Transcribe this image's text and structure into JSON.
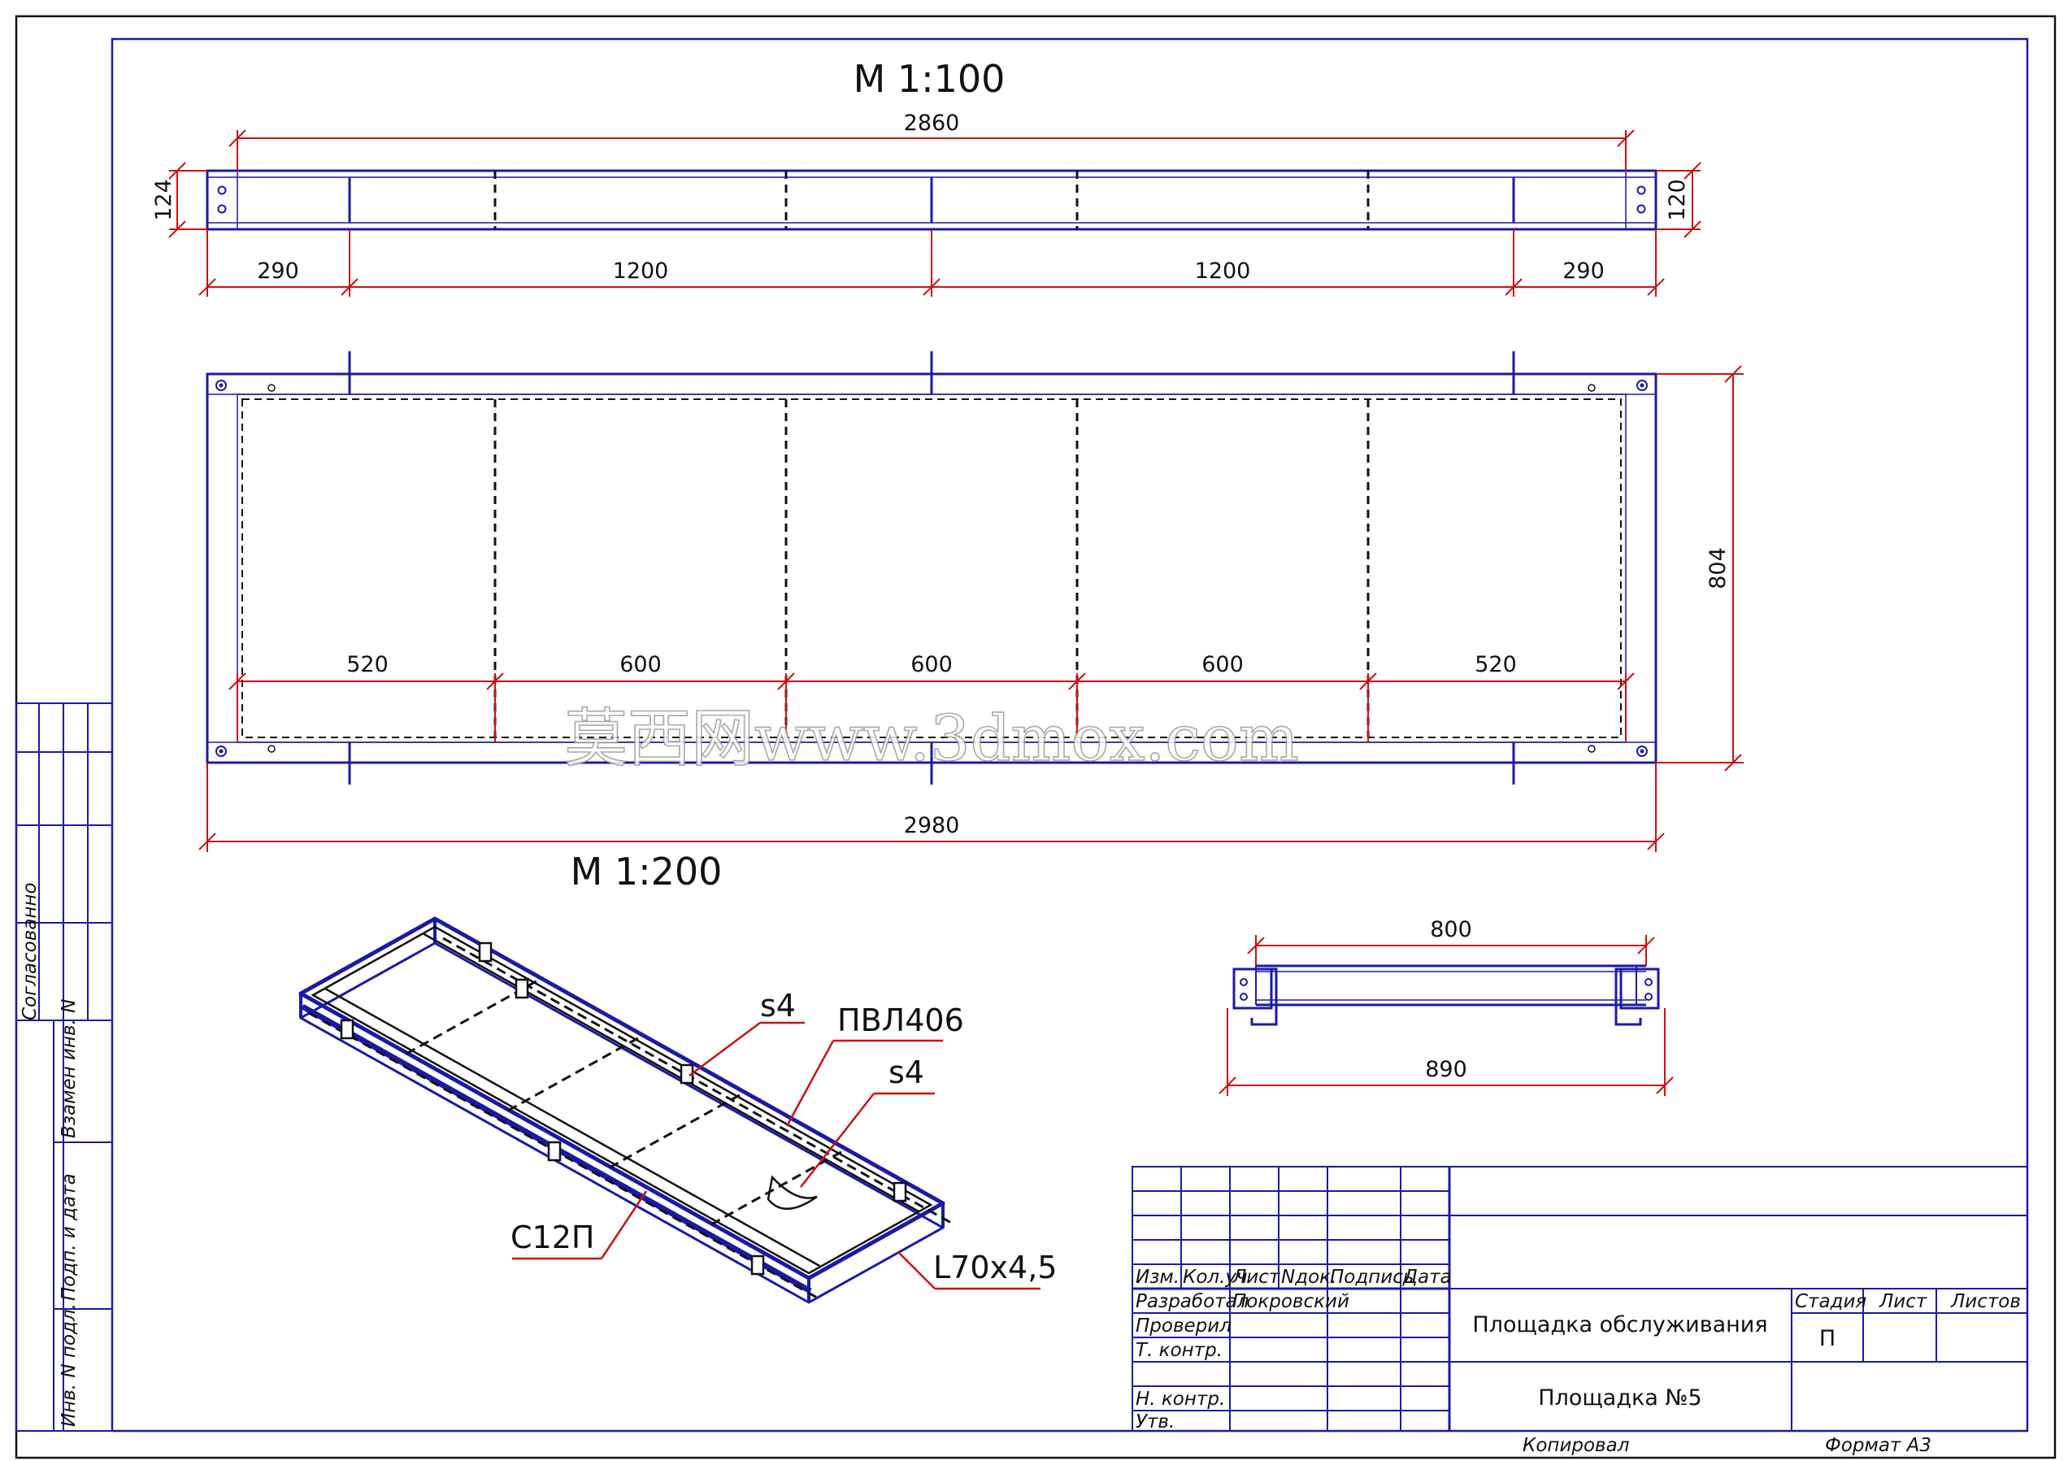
{
  "scales": {
    "top": "М 1:100",
    "plan": "М 1:200"
  },
  "elevation_dims": {
    "overall_length": "2860",
    "left_height": "124",
    "right_height": "120",
    "seg_end_left": "290",
    "seg_mid_1": "1200",
    "seg_mid_2": "1200",
    "seg_end_right": "290"
  },
  "plan_dims": {
    "bay_1": "520",
    "bay_2": "600",
    "bay_3": "600",
    "bay_4": "600",
    "bay_5": "520",
    "overall_length": "2980",
    "overall_width": "804"
  },
  "section_dims": {
    "inner_width": "800",
    "outer_width": "890"
  },
  "callouts": {
    "weld_top": "s4",
    "grating": "ПВЛ406",
    "weld_mid": "s4",
    "channel": "С12П",
    "angle": "L70x4,5"
  },
  "watermark": "莫西网www.3dmox.com",
  "side_stamp": {
    "agreed": "Согласованно",
    "replace_inv": "Взамен инв. N",
    "sign_date": "Подп. и дата",
    "inv_orig": "Инв. N подл."
  },
  "title_block": {
    "headers": {
      "izm": "Изм.",
      "kol_uch": "Кол.уч",
      "list": "Лист",
      "ndok": "Nдок.",
      "podpis": "Подпись",
      "data": "Дата"
    },
    "rows": {
      "developed": "Разработал",
      "developer_name": "Покровский",
      "checked": "Проверил",
      "t_control": "Т. контр.",
      "n_control": "Н. контр.",
      "approved": "Утв."
    },
    "title": "Площадка обслуживания",
    "subtitle": "Площадка №5",
    "stage_label": "Стадия",
    "sheet_label": "Лист",
    "sheets_label": "Листов",
    "stage_value": "П",
    "copied": "Копировал",
    "format": "Формат А3"
  },
  "colors": {
    "steel": "#1a1aa8",
    "dimension": "#cc1111",
    "frame": "#1a1aa8"
  }
}
